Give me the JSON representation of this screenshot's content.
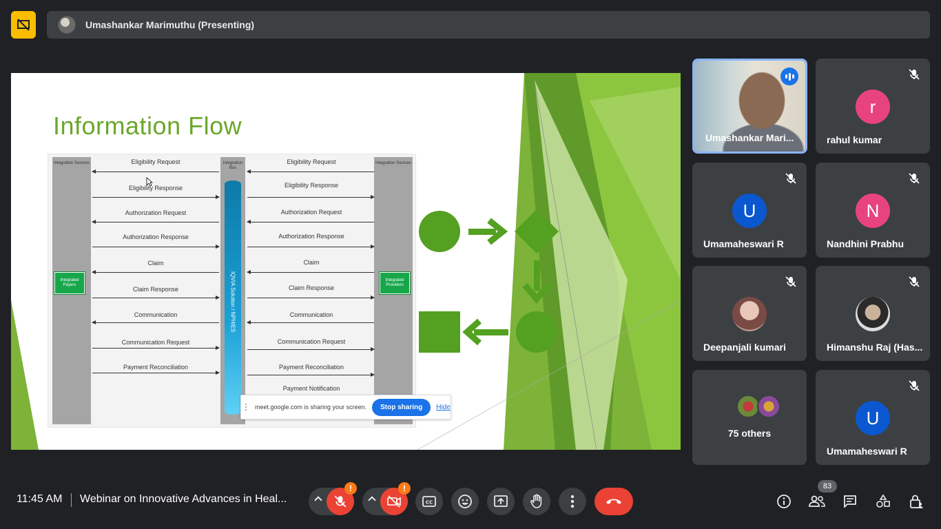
{
  "presenter": {
    "banner_name": "Umashankar Marimuthu (Presenting)"
  },
  "slide": {
    "title": "Information Flow",
    "lanes": {
      "left_source": "Integration Sources",
      "bus": "Integration Bus",
      "right_source": "Integration Sources"
    },
    "boxes": {
      "payers": "Integrated Payers",
      "providers": "Integrated Providers"
    },
    "bus_label": "IQVIA Solution / NPHIES",
    "left_messages": [
      "Eligibility Request",
      "Eligibility Response",
      "Authorization Request",
      "Authorization Response",
      "Claim",
      "Claim Response",
      "Communication",
      "Communication Request",
      "Payment Reconciliation"
    ],
    "right_messages": [
      "Eligibility Request",
      "Eligibility Response",
      "Authorization Request",
      "Authorization Response",
      "Claim",
      "Claim Response",
      "Communication",
      "Communication Request",
      "Payment Reconciliation",
      "Payment Notification"
    ]
  },
  "share_popup": {
    "text": "meet.google.com is sharing your screen.",
    "stop_label": "Stop sharing",
    "hide_label": "Hide"
  },
  "participants": [
    {
      "name": "Umashankar Mari...",
      "type": "video",
      "speaking": true
    },
    {
      "name": "rahul kumar",
      "initial": "r",
      "color": "#e8437e",
      "muted": true
    },
    {
      "name": "Umamaheswari R",
      "initial": "U",
      "color": "#0b57d0",
      "muted": true
    },
    {
      "name": "Nandhini Prabhu",
      "initial": "N",
      "color": "#e8437e",
      "muted": true
    },
    {
      "name": "Deepanjali kumari",
      "type": "photo",
      "muted": true
    },
    {
      "name": "Himanshu Raj (Has...",
      "type": "photo",
      "muted": true
    },
    {
      "name": "75 others",
      "type": "others"
    },
    {
      "name": "Umamaheswari R",
      "initial": "U",
      "color": "#0b57d0",
      "muted": true
    }
  ],
  "bottom": {
    "time": "11:45 AM",
    "meeting_title": "Webinar on Innovative Advances in Heal...",
    "people_count": "83",
    "mic_badge": "!",
    "cam_badge": "!"
  },
  "colors": {
    "accent_green": "#6aa72a",
    "shape_green": "#54a021",
    "leave_red": "#ea4335",
    "present_yellow": "#fbbc04"
  }
}
